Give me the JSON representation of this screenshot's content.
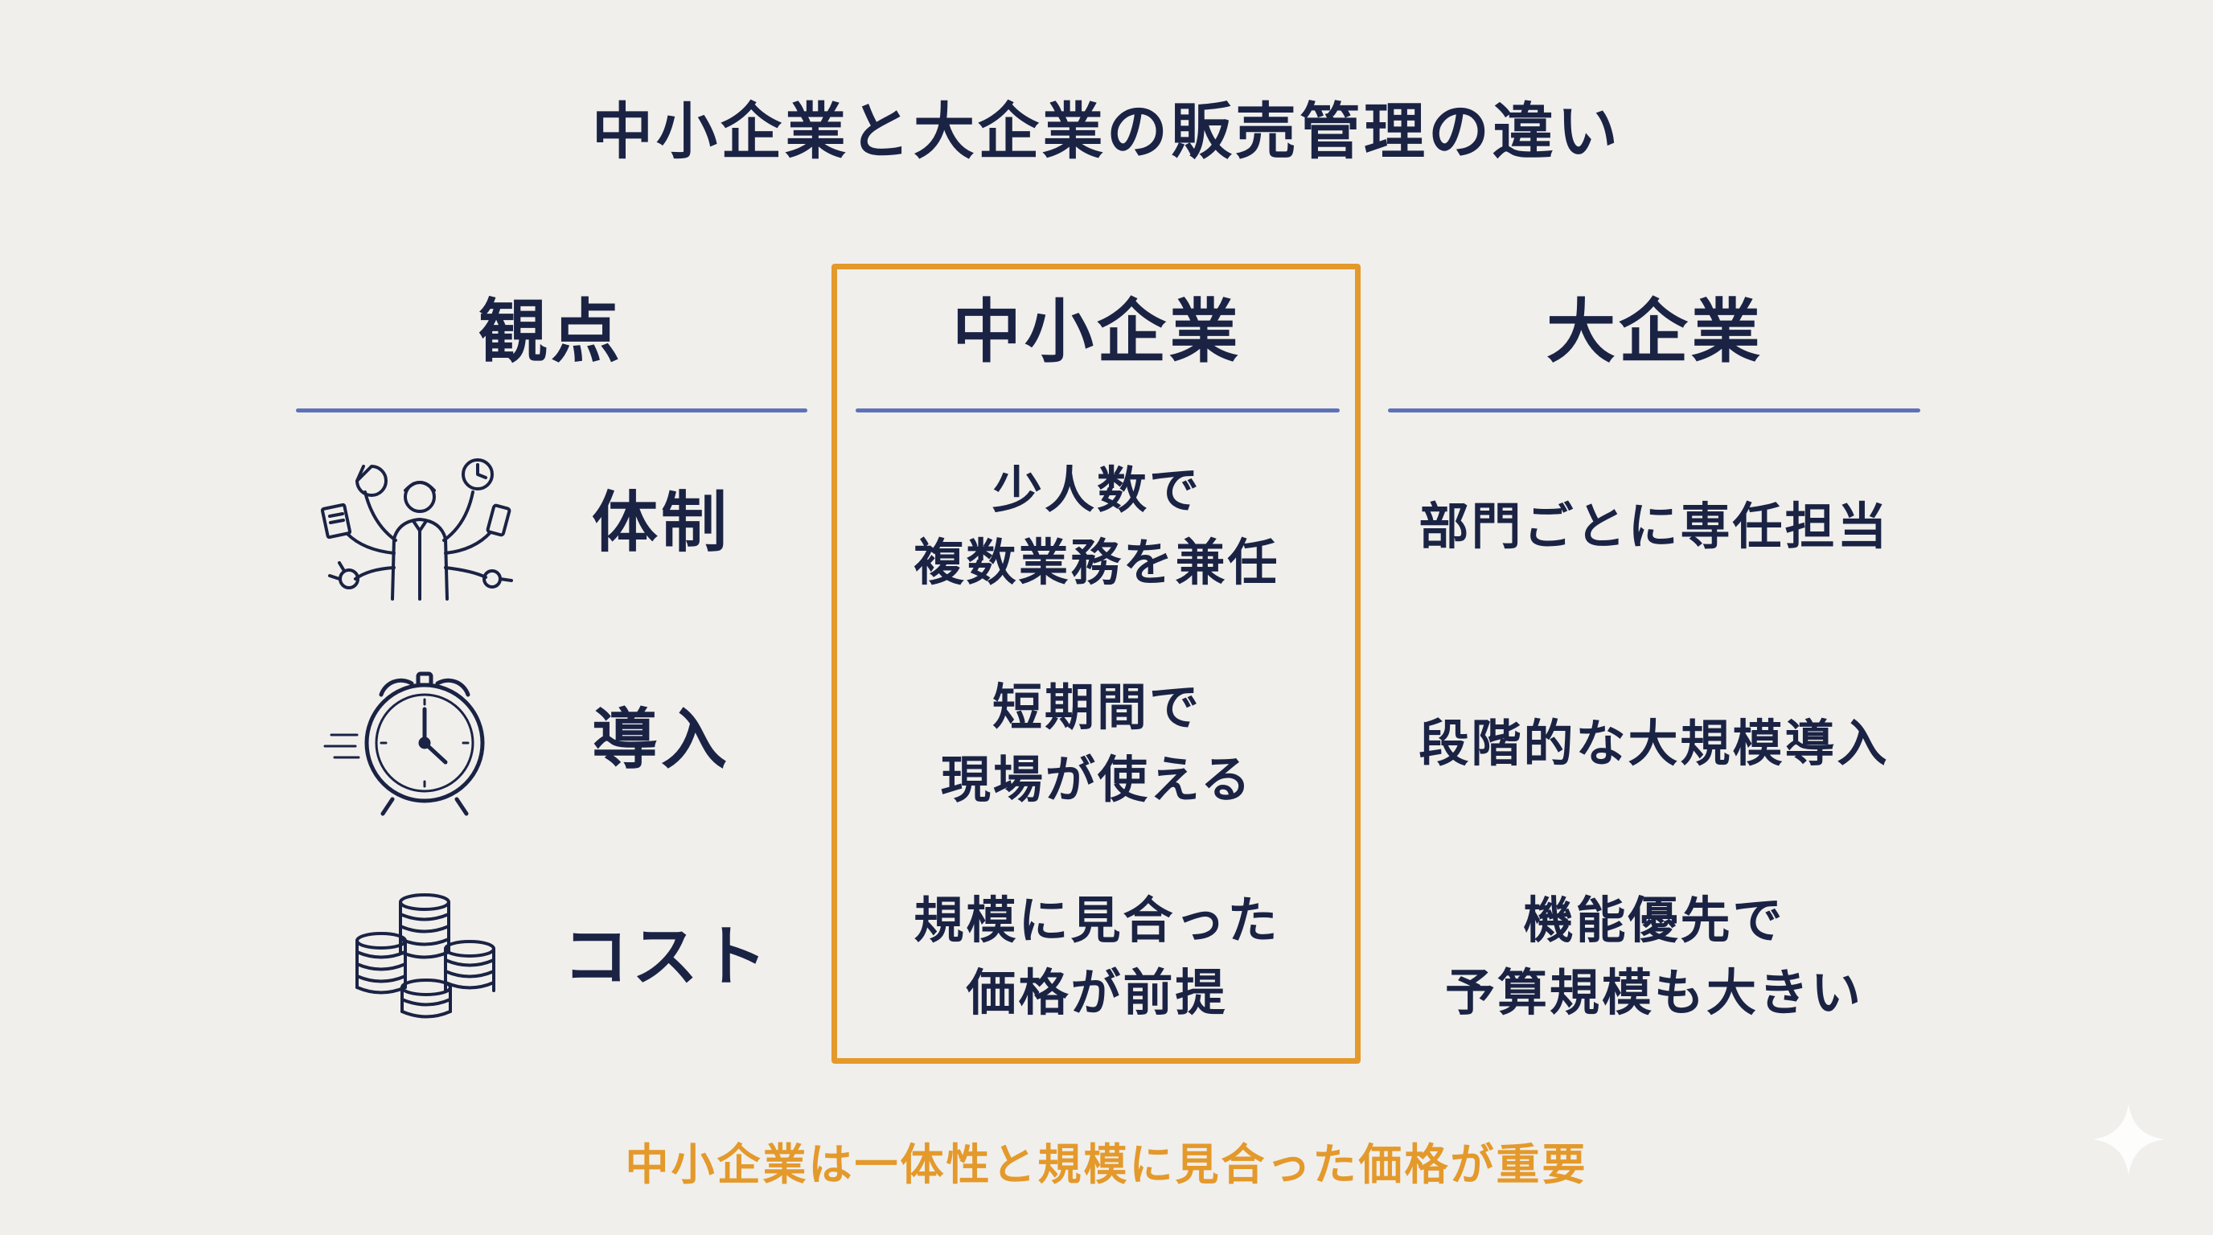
{
  "title": "中小企業と大企業の販売管理の違い",
  "columns": {
    "aspect": "観点",
    "sme": "中小企業",
    "large": "大企業"
  },
  "rows": [
    {
      "icon": "multitasking-person-icon",
      "label": "体制",
      "sme": "少人数で\n複数業務を兼任",
      "large": "部門ごとに専任担当"
    },
    {
      "icon": "alarm-clock-icon",
      "label": "導入",
      "sme": "短期間で\n現場が使える",
      "large": "段階的な大規模導入"
    },
    {
      "icon": "coin-stacks-icon",
      "label": "コスト",
      "sme": "規模に見合った\n価格が前提",
      "large": "機能優先で\n予算規模も大きい"
    }
  ],
  "footer": "中小企業は一体性と規模に見合った価格が重要",
  "colors": {
    "text": "#1b2344",
    "accent": "#e4992b",
    "rule": "#5e72b8",
    "background": "#f0efec"
  }
}
